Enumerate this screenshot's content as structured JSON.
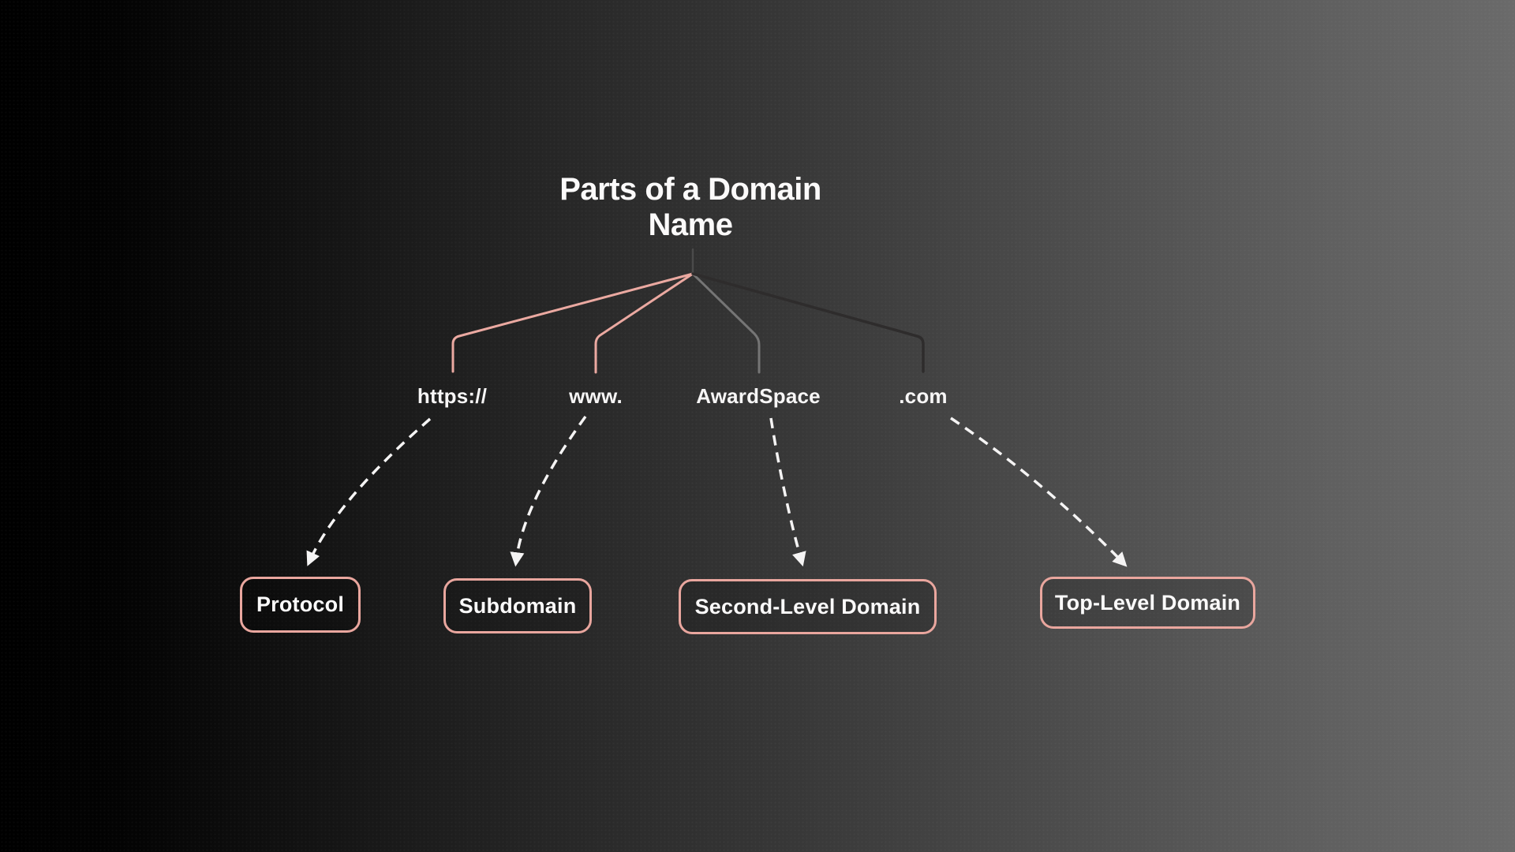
{
  "title": {
    "line1": "Parts of a Domain",
    "line2": "Name"
  },
  "domain_parts": [
    {
      "part": "https://",
      "category": "Protocol"
    },
    {
      "part": "www.",
      "category": "Subdomain"
    },
    {
      "part": "AwardSpace",
      "category": "Second-Level Domain"
    },
    {
      "part": ".com",
      "category": "Top-Level Domain"
    }
  ],
  "colors": {
    "background_left": "#000000",
    "background_right": "#6a6a6a",
    "branch_pink": "#eba9a1",
    "branch_gray": "#757575",
    "branch_dark": "#2e2c2c",
    "stem_gray": "#4a4a4a",
    "arrow_white": "#f5f4f4",
    "box_border": "#e9a69e",
    "text": "#fbfafa"
  }
}
